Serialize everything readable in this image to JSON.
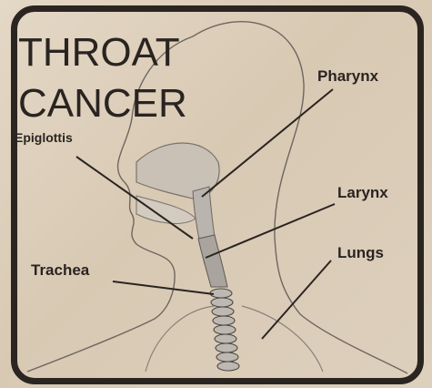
{
  "title": {
    "line1": "THROAT",
    "line2": "CANCER"
  },
  "labels": {
    "pharynx": "Pharynx",
    "epiglottis": "Epiglottis",
    "larynx": "Larynx",
    "lungs": "Lungs",
    "trachea": "Trachea"
  },
  "colors": {
    "ink": "#2a2421",
    "paper": "#ddd0bd",
    "airway_tint": "#b9b4ad"
  }
}
